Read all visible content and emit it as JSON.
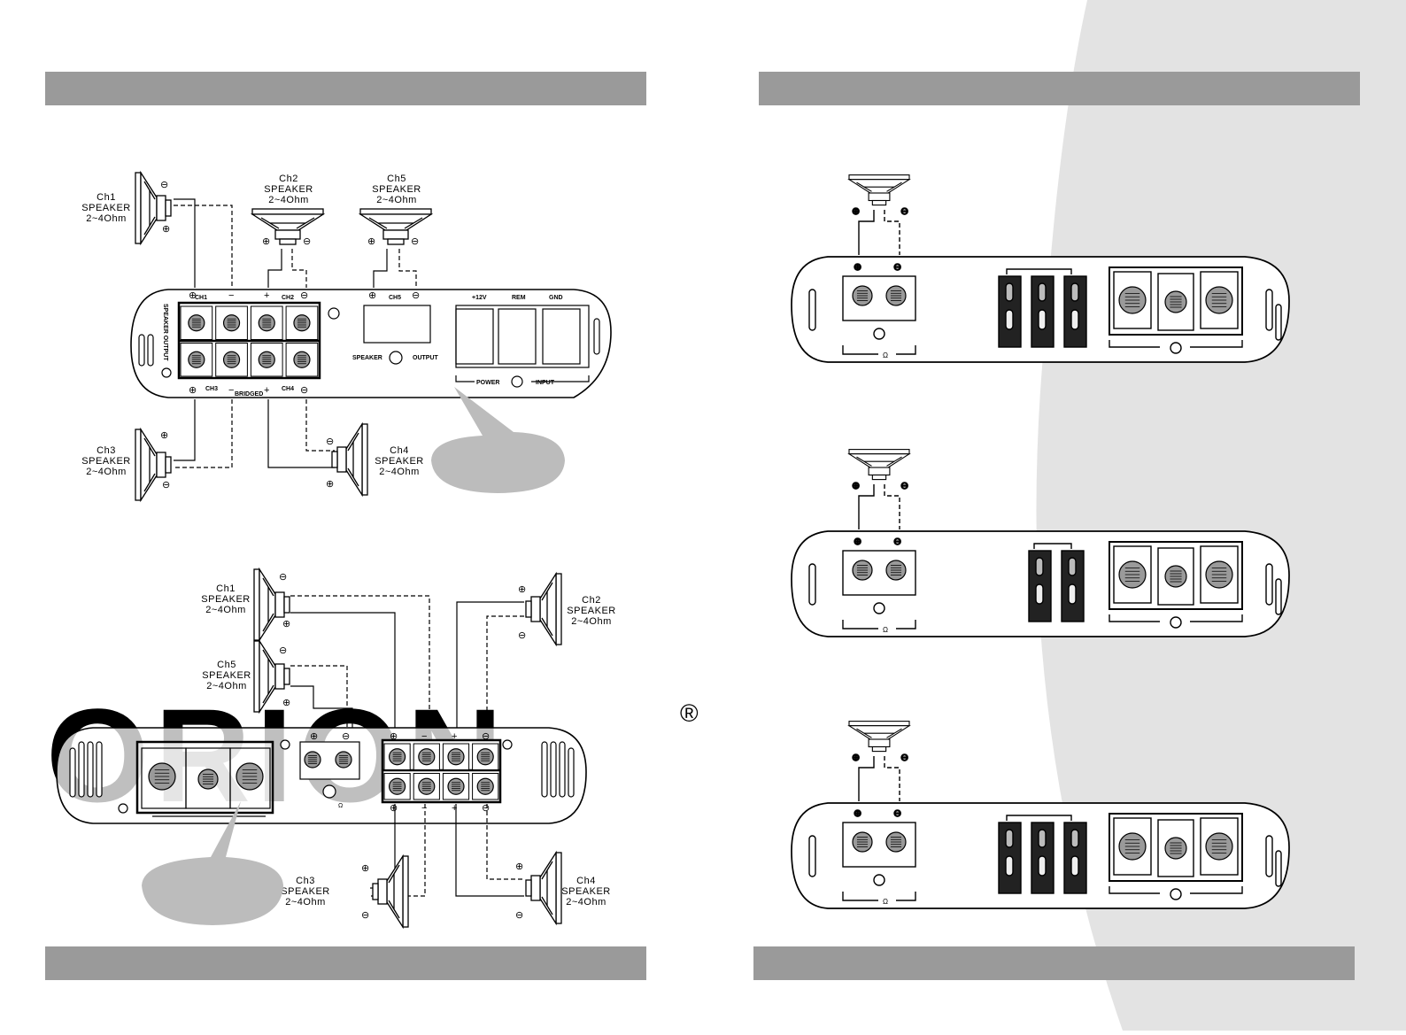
{
  "diagram1": {
    "ch1": [
      "Ch1",
      "SPEAKER",
      "2~4Ohm"
    ],
    "ch2": [
      "Ch2",
      "SPEAKER",
      "2~4Ohm"
    ],
    "ch5": [
      "Ch5",
      "SPEAKER",
      "2~4Ohm"
    ],
    "ch3": [
      "Ch3",
      "SPEAKER",
      "2~4Ohm"
    ],
    "ch4": [
      "Ch4",
      "SPEAKER",
      "2~4Ohm"
    ],
    "top_labels": [
      "CH1",
      "CH2",
      "CH5",
      "+12V",
      "REM",
      "GND"
    ],
    "bottom_labels": [
      "CH3",
      "BRIDGED",
      "CH4"
    ],
    "speaker_output_vertical": "SPEAKER OUTPUT",
    "speaker": "SPEAKER",
    "output": "OUTPUT",
    "power": "POWER",
    "input": "INPUT"
  },
  "diagram2": {
    "ch1": [
      "Ch1",
      "SPEAKER",
      "2~4Ohm"
    ],
    "ch5": [
      "Ch5",
      "SPEAKER",
      "2~4Ohm"
    ],
    "ch2": [
      "Ch2",
      "SPEAKER",
      "2~4Ohm"
    ],
    "ch3": [
      "Ch3",
      "SPEAKER",
      "2~4Ohm"
    ],
    "ch4": [
      "Ch4",
      "SPEAKER",
      "2~4Ohm"
    ]
  },
  "watermark": {
    "brand": "ORION",
    "registered": "®"
  },
  "ohm_symbol": "Ω",
  "colors": {
    "header_bar": "#9a9a9a",
    "bubble": "#bcbcbc",
    "right_bg": "#e3e3e3",
    "watermark": "#dcdcdc"
  }
}
